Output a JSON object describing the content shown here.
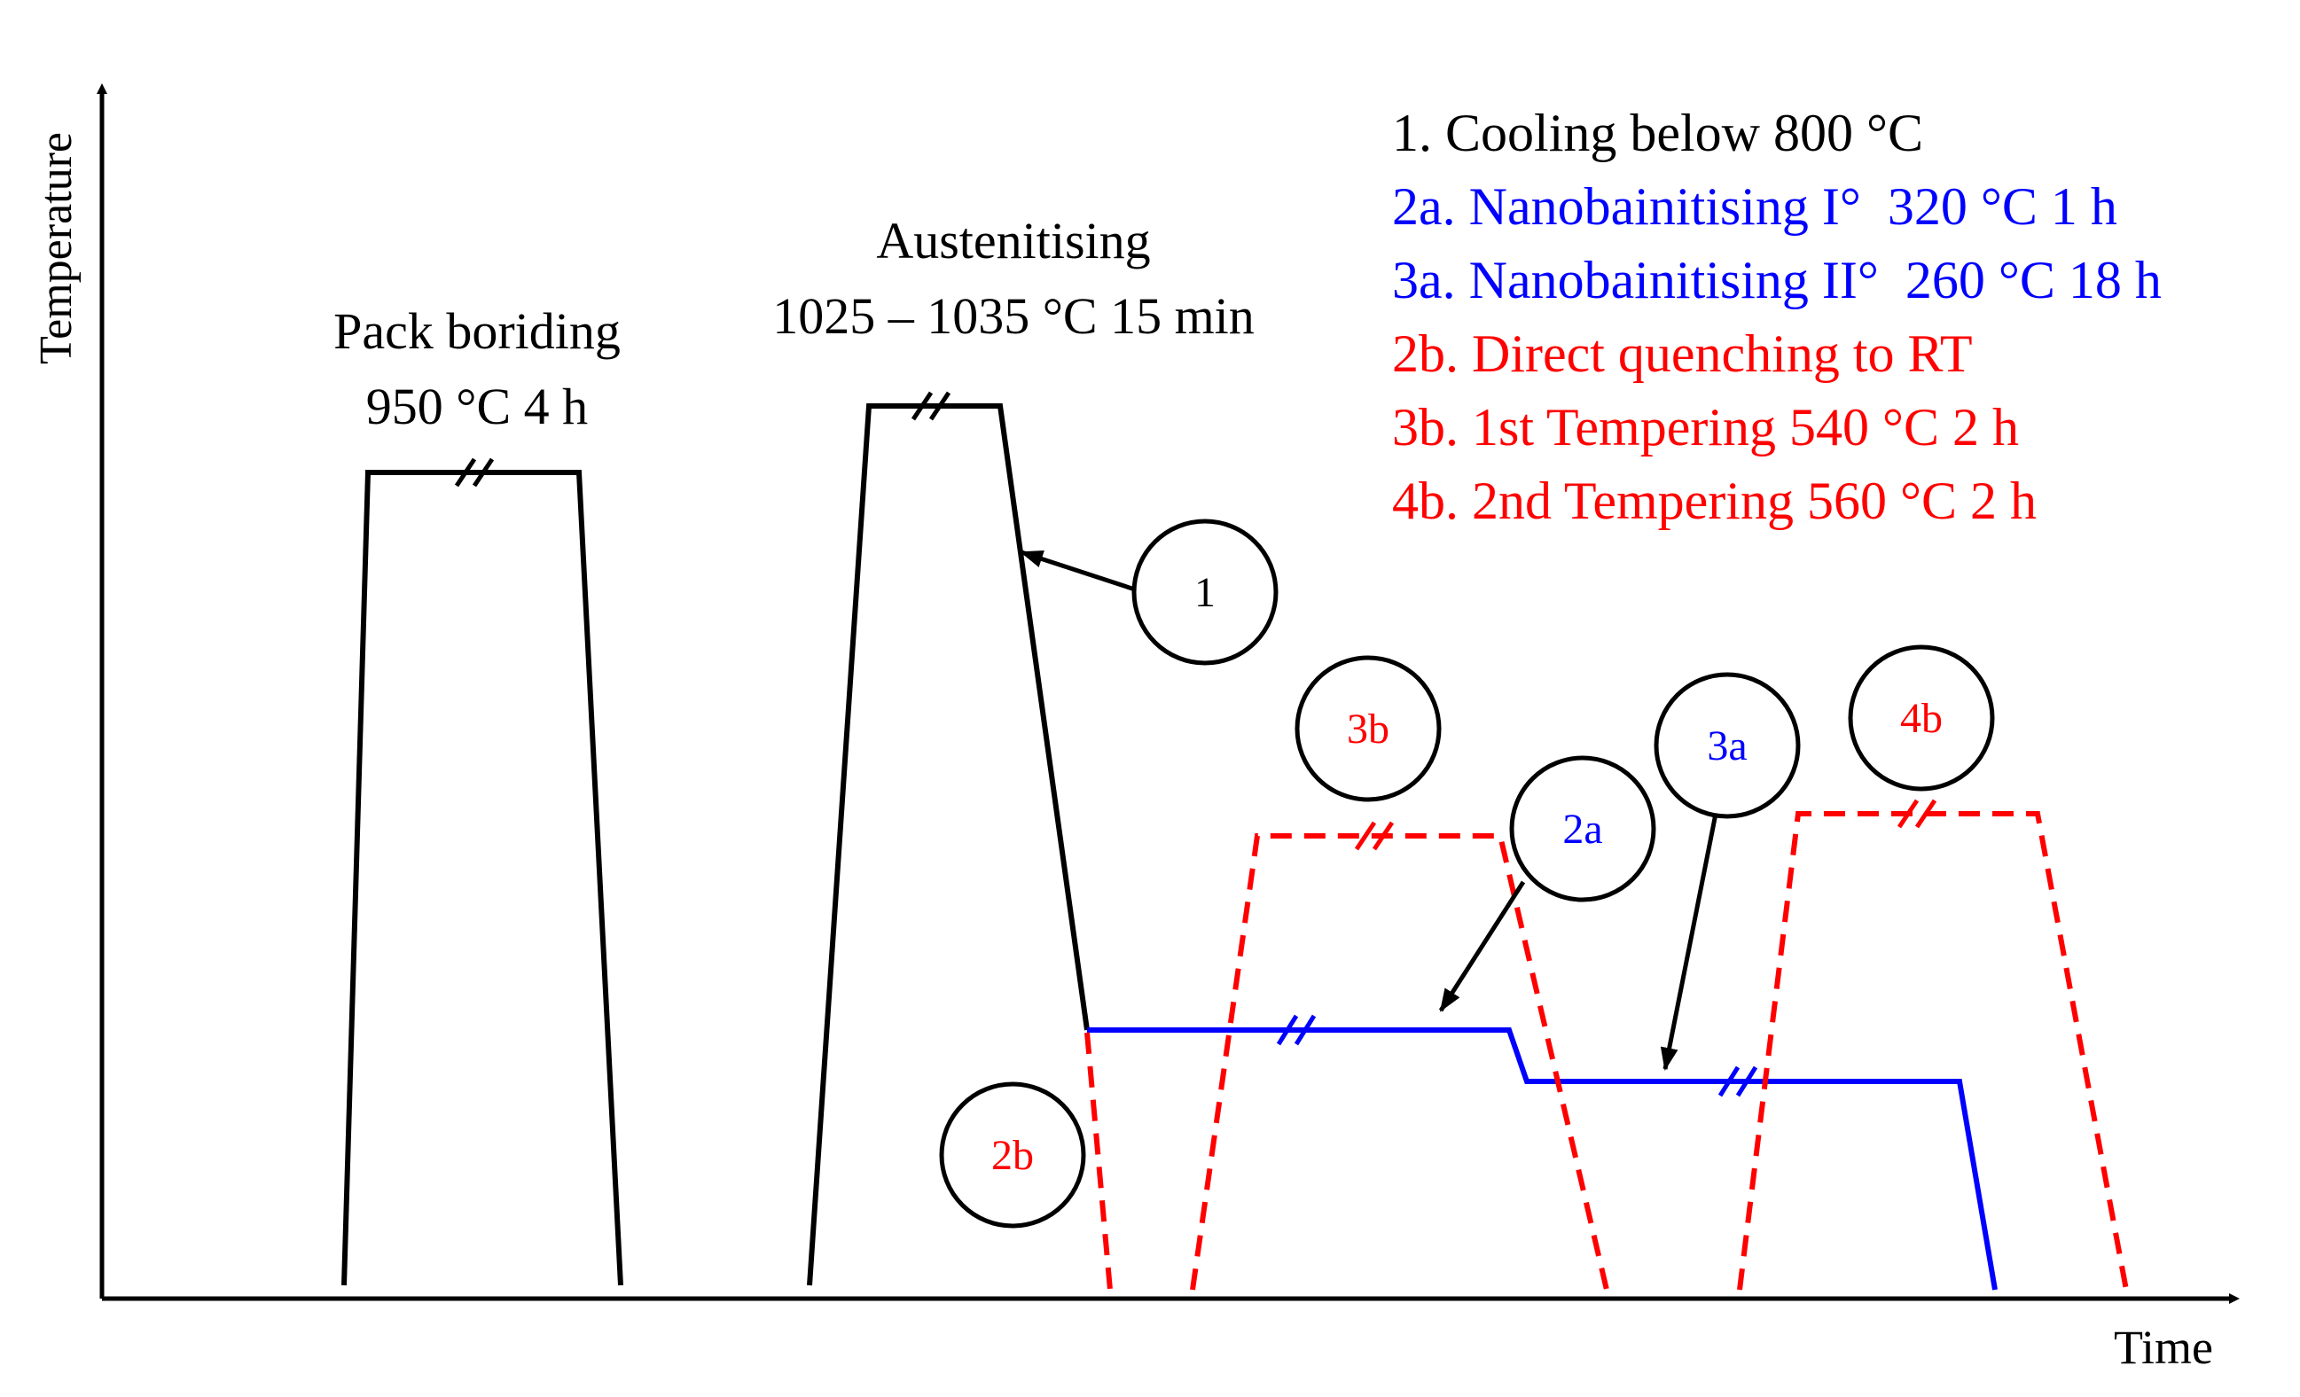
{
  "axes": {
    "y_label": "Temperature",
    "x_label": "Time"
  },
  "stage_labels": {
    "boriding_line1": "Pack boriding",
    "boriding_line2": "950 °C 4 h",
    "austenitising_line1": "Austenitising",
    "austenitising_line2": "1025 – 1035 °C 15 min"
  },
  "legend": [
    {
      "text": "1. Cooling below 800 °C",
      "color": "#000000"
    },
    {
      "text": "2a. Nanobainitising I°  320 °C 1 h",
      "color": "#0000ff"
    },
    {
      "text": "3a. Nanobainitising II°  260 °C 18 h",
      "color": "#0000ff"
    },
    {
      "text": "2b. Direct quenching to RT",
      "color": "#ff0000"
    },
    {
      "text": "3b. 1st Tempering 540 °C 2 h",
      "color": "#ff0000"
    },
    {
      "text": "4b. 2nd Tempering 560 °C 2 h",
      "color": "#ff0000"
    }
  ],
  "markers": {
    "m1": "1",
    "m2a": "2a",
    "m3a": "3a",
    "m2b": "2b",
    "m3b": "3b",
    "m4b": "4b"
  },
  "colors": {
    "process": "#000000",
    "nanobainitising": "#0000ff",
    "quench_temper": "#ff0000"
  }
}
